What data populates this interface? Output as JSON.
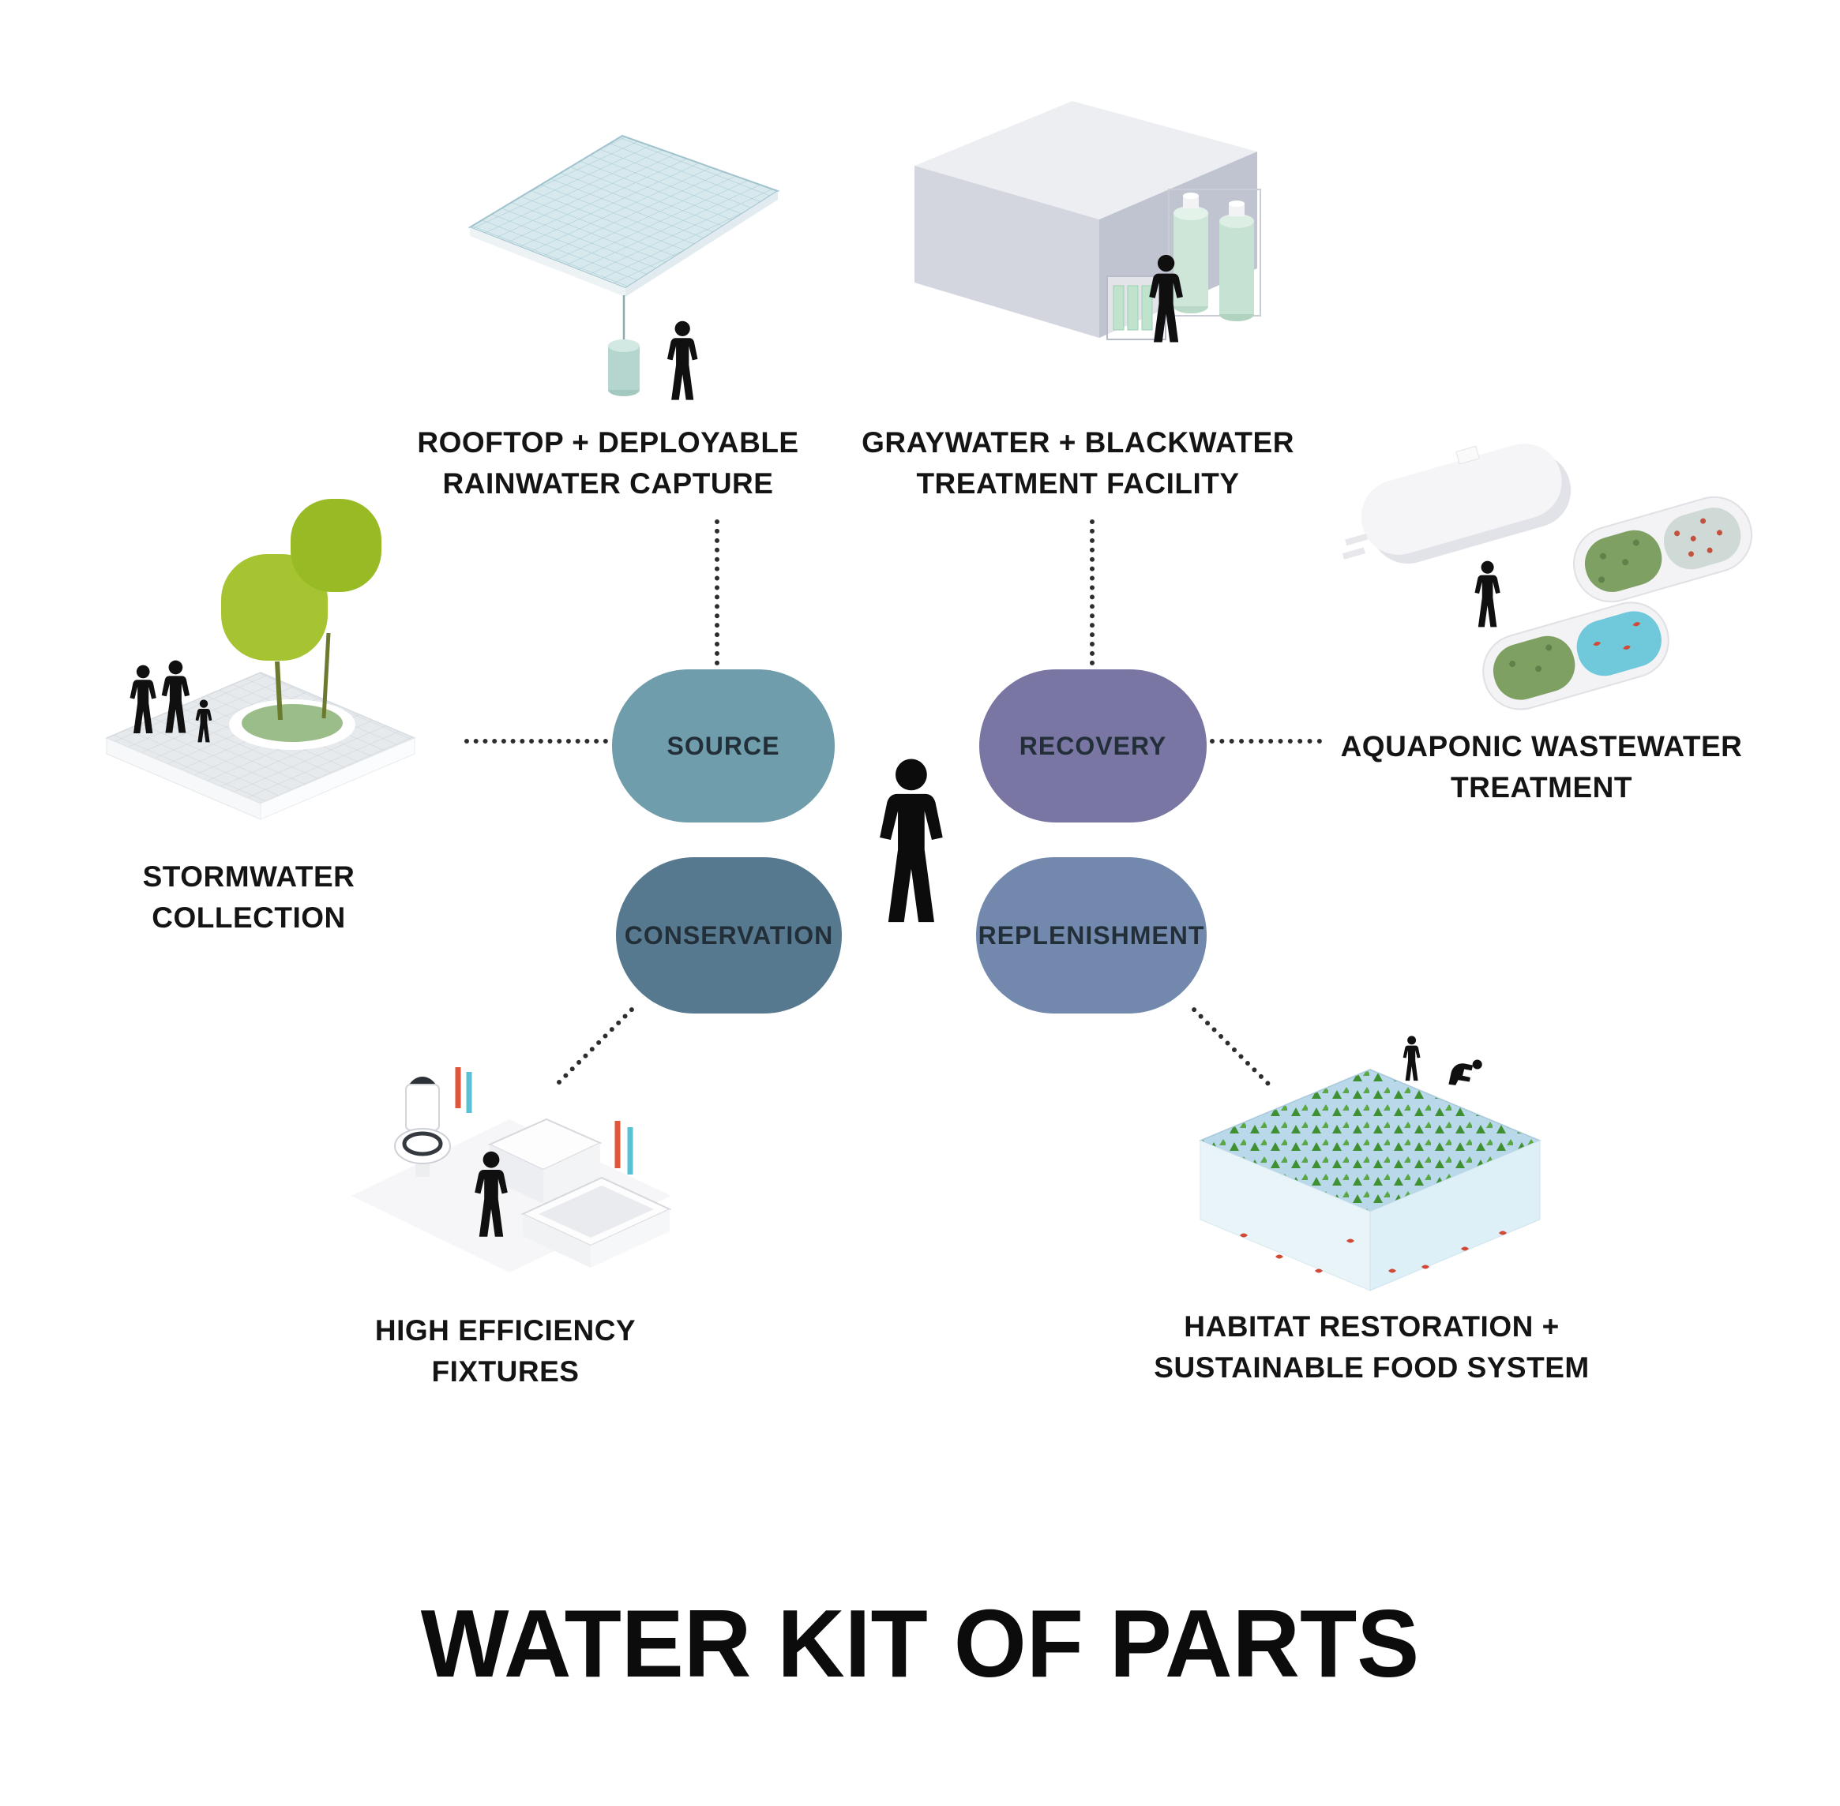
{
  "title": "WATER KIT OF PARTS",
  "colors": {
    "source": "#6f9dab",
    "recovery": "#7976a3",
    "conservation": "#567990",
    "replenishment": "#7289ad",
    "label_text": "#141414",
    "connector": "#2d2d2d"
  },
  "center_figure": {
    "icon": "person-icon"
  },
  "pills": [
    {
      "id": "source",
      "label": "SOURCE",
      "color": "#6f9dab"
    },
    {
      "id": "recovery",
      "label": "RECOVERY",
      "color": "#7976a3"
    },
    {
      "id": "conservation",
      "label": "CONSERVATION",
      "color": "#567990"
    },
    {
      "id": "replenishment",
      "label": "REPLENISHMENT",
      "color": "#7289ad"
    }
  ],
  "nodes": [
    {
      "id": "rooftop-rainwater-capture",
      "lines": [
        "ROOFTOP + DEPLOYABLE",
        "RAINWATER CAPTURE"
      ],
      "connected_pill": "SOURCE"
    },
    {
      "id": "graywater-blackwater-treatment",
      "lines": [
        "GRAYWATER + BLACKWATER",
        "TREATMENT FACILITY"
      ],
      "connected_pill": "RECOVERY"
    },
    {
      "id": "stormwater-collection",
      "lines": [
        "STORMWATER",
        "COLLECTION"
      ],
      "connected_pill": "SOURCE"
    },
    {
      "id": "aquaponic-wastewater-treatment",
      "lines": [
        "AQUAPONIC WASTEWATER",
        "TREATMENT"
      ],
      "connected_pill": "RECOVERY"
    },
    {
      "id": "high-efficiency-fixtures",
      "lines": [
        "HIGH EFFICIENCY",
        "FIXTURES"
      ],
      "connected_pill": "CONSERVATION"
    },
    {
      "id": "habitat-restoration-food-system",
      "lines": [
        "HABITAT RESTORATION +",
        "SUSTAINABLE FOOD SYSTEM"
      ],
      "connected_pill": "REPLENISHMENT"
    }
  ]
}
